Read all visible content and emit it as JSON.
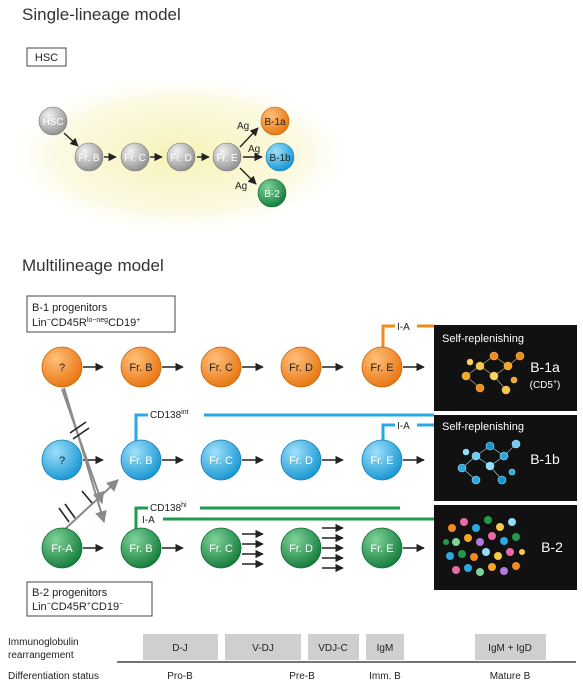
{
  "single": {
    "title": "Single-lineage model",
    "hsc_box": "HSC",
    "nodes": [
      "HSC",
      "Fr. B",
      "Fr. C",
      "Fr. D",
      "Fr. E"
    ],
    "outputs": [
      "B-1a",
      "B-1b",
      "B-2"
    ],
    "ag": "Ag"
  },
  "multi": {
    "title": "Multilineage model",
    "b1_box": {
      "line1": "B-1 progenitors",
      "line2_pre": "Lin",
      "line2_sup1": "−",
      "line2_mid": "CD45R",
      "line2_sup2": "lo−neg",
      "line2_post": "CD19",
      "line2_sup3": "+"
    },
    "b2_box": {
      "line1": "B-2 progenitors",
      "line2_pre": "Lin",
      "line2_sup1": "−",
      "line2_mid": "CD45R",
      "line2_sup2": "+",
      "line2_post": "CD19",
      "line2_sup3": "−"
    },
    "row1": [
      "?",
      "Fr. B",
      "Fr. C",
      "Fr. D",
      "Fr. E"
    ],
    "row2": [
      "?",
      "Fr. B",
      "Fr. C",
      "Fr. D",
      "Fr. E"
    ],
    "row3": [
      "Fr-A",
      "Fr. B",
      "Fr. C",
      "Fr. D",
      "Fr. E"
    ],
    "ia": "I-A",
    "cd138int": "CD138",
    "cd138int_sup": "int",
    "cd138hi": "CD138",
    "cd138hi_sup": "hi",
    "panel1": {
      "header": "Self-replenishing",
      "label": "B-1a",
      "sub": "(CD5",
      "sub_sup": "+",
      "sub_close": ")"
    },
    "panel2": {
      "header": "Self-replenishing",
      "label": "B-1b"
    },
    "panel3": {
      "label": "B-2"
    }
  },
  "bottom": {
    "ig_label_1": "Immunoglobulin",
    "ig_label_2": "rearrangement",
    "stages": [
      "D-J",
      "V-DJ",
      "VDJ-C",
      "IgM",
      "IgM + IgD"
    ],
    "diff_label": "Differentiation status",
    "statuses": [
      "Pro-B",
      "Pre-B",
      "Imm. B",
      "Mature B"
    ]
  },
  "colors": {
    "orange": "#f28a1e",
    "blue": "#2aa9e0",
    "green": "#1f9a4e",
    "grey": "#9a9a9a"
  }
}
